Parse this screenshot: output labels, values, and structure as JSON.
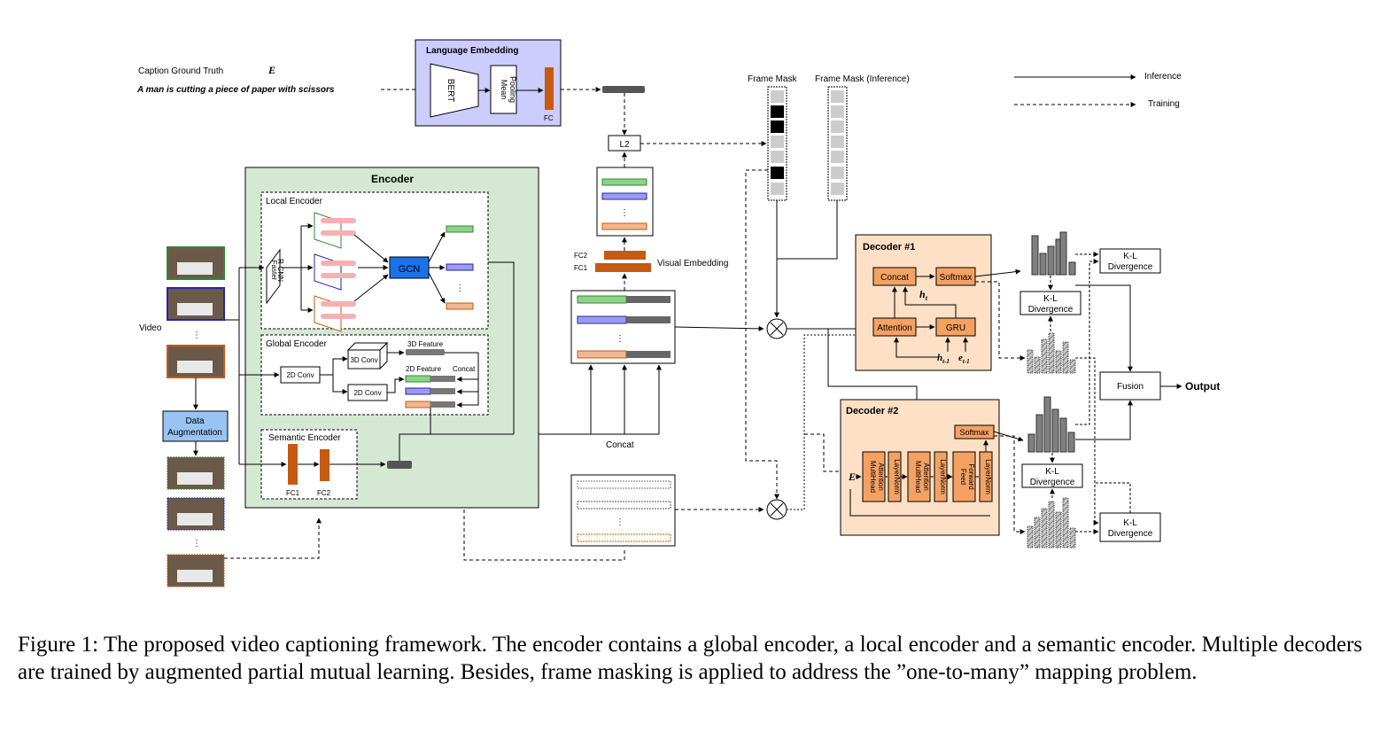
{
  "figure": {
    "caption": "Figure 1: The proposed video captioning framework. The encoder contains a global encoder, a local encoder and a semantic encoder. Multiple decoders are trained by augmented partial mutual learning. Besides, frame masking is applied to address the ”one-to-many” mapping problem."
  },
  "legend": {
    "inference": "Inference",
    "training": "Training"
  },
  "input": {
    "caption_gt_label": "Caption Ground Truth",
    "caption_gt_symbol": "E",
    "caption_text": "A man is cutting a piece of paper with scissors",
    "video_label": "Video",
    "data_aug_line1": "Data",
    "data_aug_line2": "Augmentation",
    "ellipsis": "⋮"
  },
  "language_embedding": {
    "title": "Language Embedding",
    "bert": "BERT",
    "mean_pooling_1": "Mean",
    "mean_pooling_2": "Pooling",
    "fc": "FC"
  },
  "encoder": {
    "title": "Encoder",
    "local_title": "Local Encoder",
    "faster_rcnn_1": "Faster",
    "faster_rcnn_2": "R-CNN",
    "gcn": "GCN",
    "global_title": "Global Encoder",
    "conv2d_a": "2D Conv",
    "conv2d_b": "2D Conv",
    "conv3d": "3D Conv",
    "feature3d": "3D Feature",
    "feature2d": "2D Feature",
    "concat_small": "Concat",
    "semantic_title": "Semantic Encoder",
    "fc1": "FC1",
    "fc2": "FC2"
  },
  "middle": {
    "l2": "L2",
    "fc2": "FC2",
    "fc1": "FC1",
    "visual_embedding": "Visual Embedding",
    "concat": "Concat"
  },
  "masks": {
    "frame_mask": "Frame Mask",
    "frame_mask_inference": "Frame Mask (Inference)"
  },
  "decoder1": {
    "title": "Decoder #1",
    "concat": "Concat",
    "softmax": "Softmax",
    "attention": "Attention",
    "gru": "GRU",
    "h_t": "h",
    "h_t_sub": "t",
    "h_prev": "h",
    "h_prev_sub": "t-1",
    "e_prev": "e",
    "e_prev_sub": "t-1"
  },
  "decoder2": {
    "title": "Decoder #2",
    "softmax": "Softmax",
    "e_symbol": "E",
    "mha1_1": "MultiHead",
    "mha1_2": "Attention",
    "ln1": "LayerNorm",
    "mha2_1": "MultiHead",
    "mha2_2": "Attention",
    "ln2": "LayerNorm",
    "ff_1": "Feed",
    "ff_2": "Forward",
    "ln3": "LayerNorm"
  },
  "outputs": {
    "kl_1": "K-L",
    "kl_2": "Divergence",
    "fusion": "Fusion",
    "output": "Output"
  },
  "colors": {
    "language_fill": "#ccccff",
    "encoder_fill": "#d5e8d4",
    "decoder_fill": "#fde0c5",
    "block_fill": "#f4a264",
    "fc_orange": "#c55a11",
    "gcn_blue": "#1a72e8",
    "data_aug_fill": "#99c4f2",
    "bar_gray": "#808080"
  }
}
